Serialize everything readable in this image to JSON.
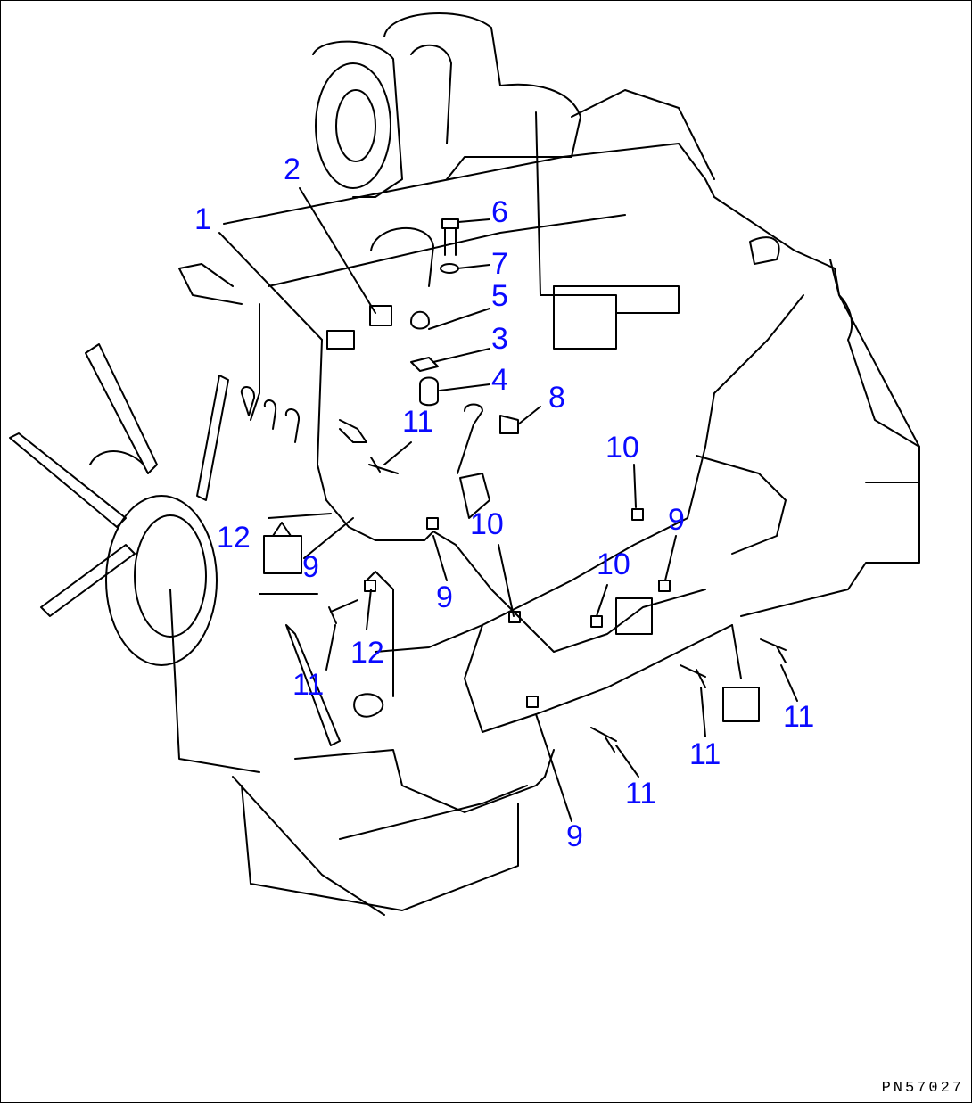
{
  "drawing_code": "PN57027",
  "accent_color": "#0a0aff",
  "callouts": [
    "1",
    "2",
    "6",
    "7",
    "5",
    "3",
    "4",
    "8",
    "11",
    "10",
    "9",
    "12",
    "9",
    "10",
    "9",
    "10",
    "12",
    "11",
    "11",
    "11",
    "9",
    "11"
  ]
}
